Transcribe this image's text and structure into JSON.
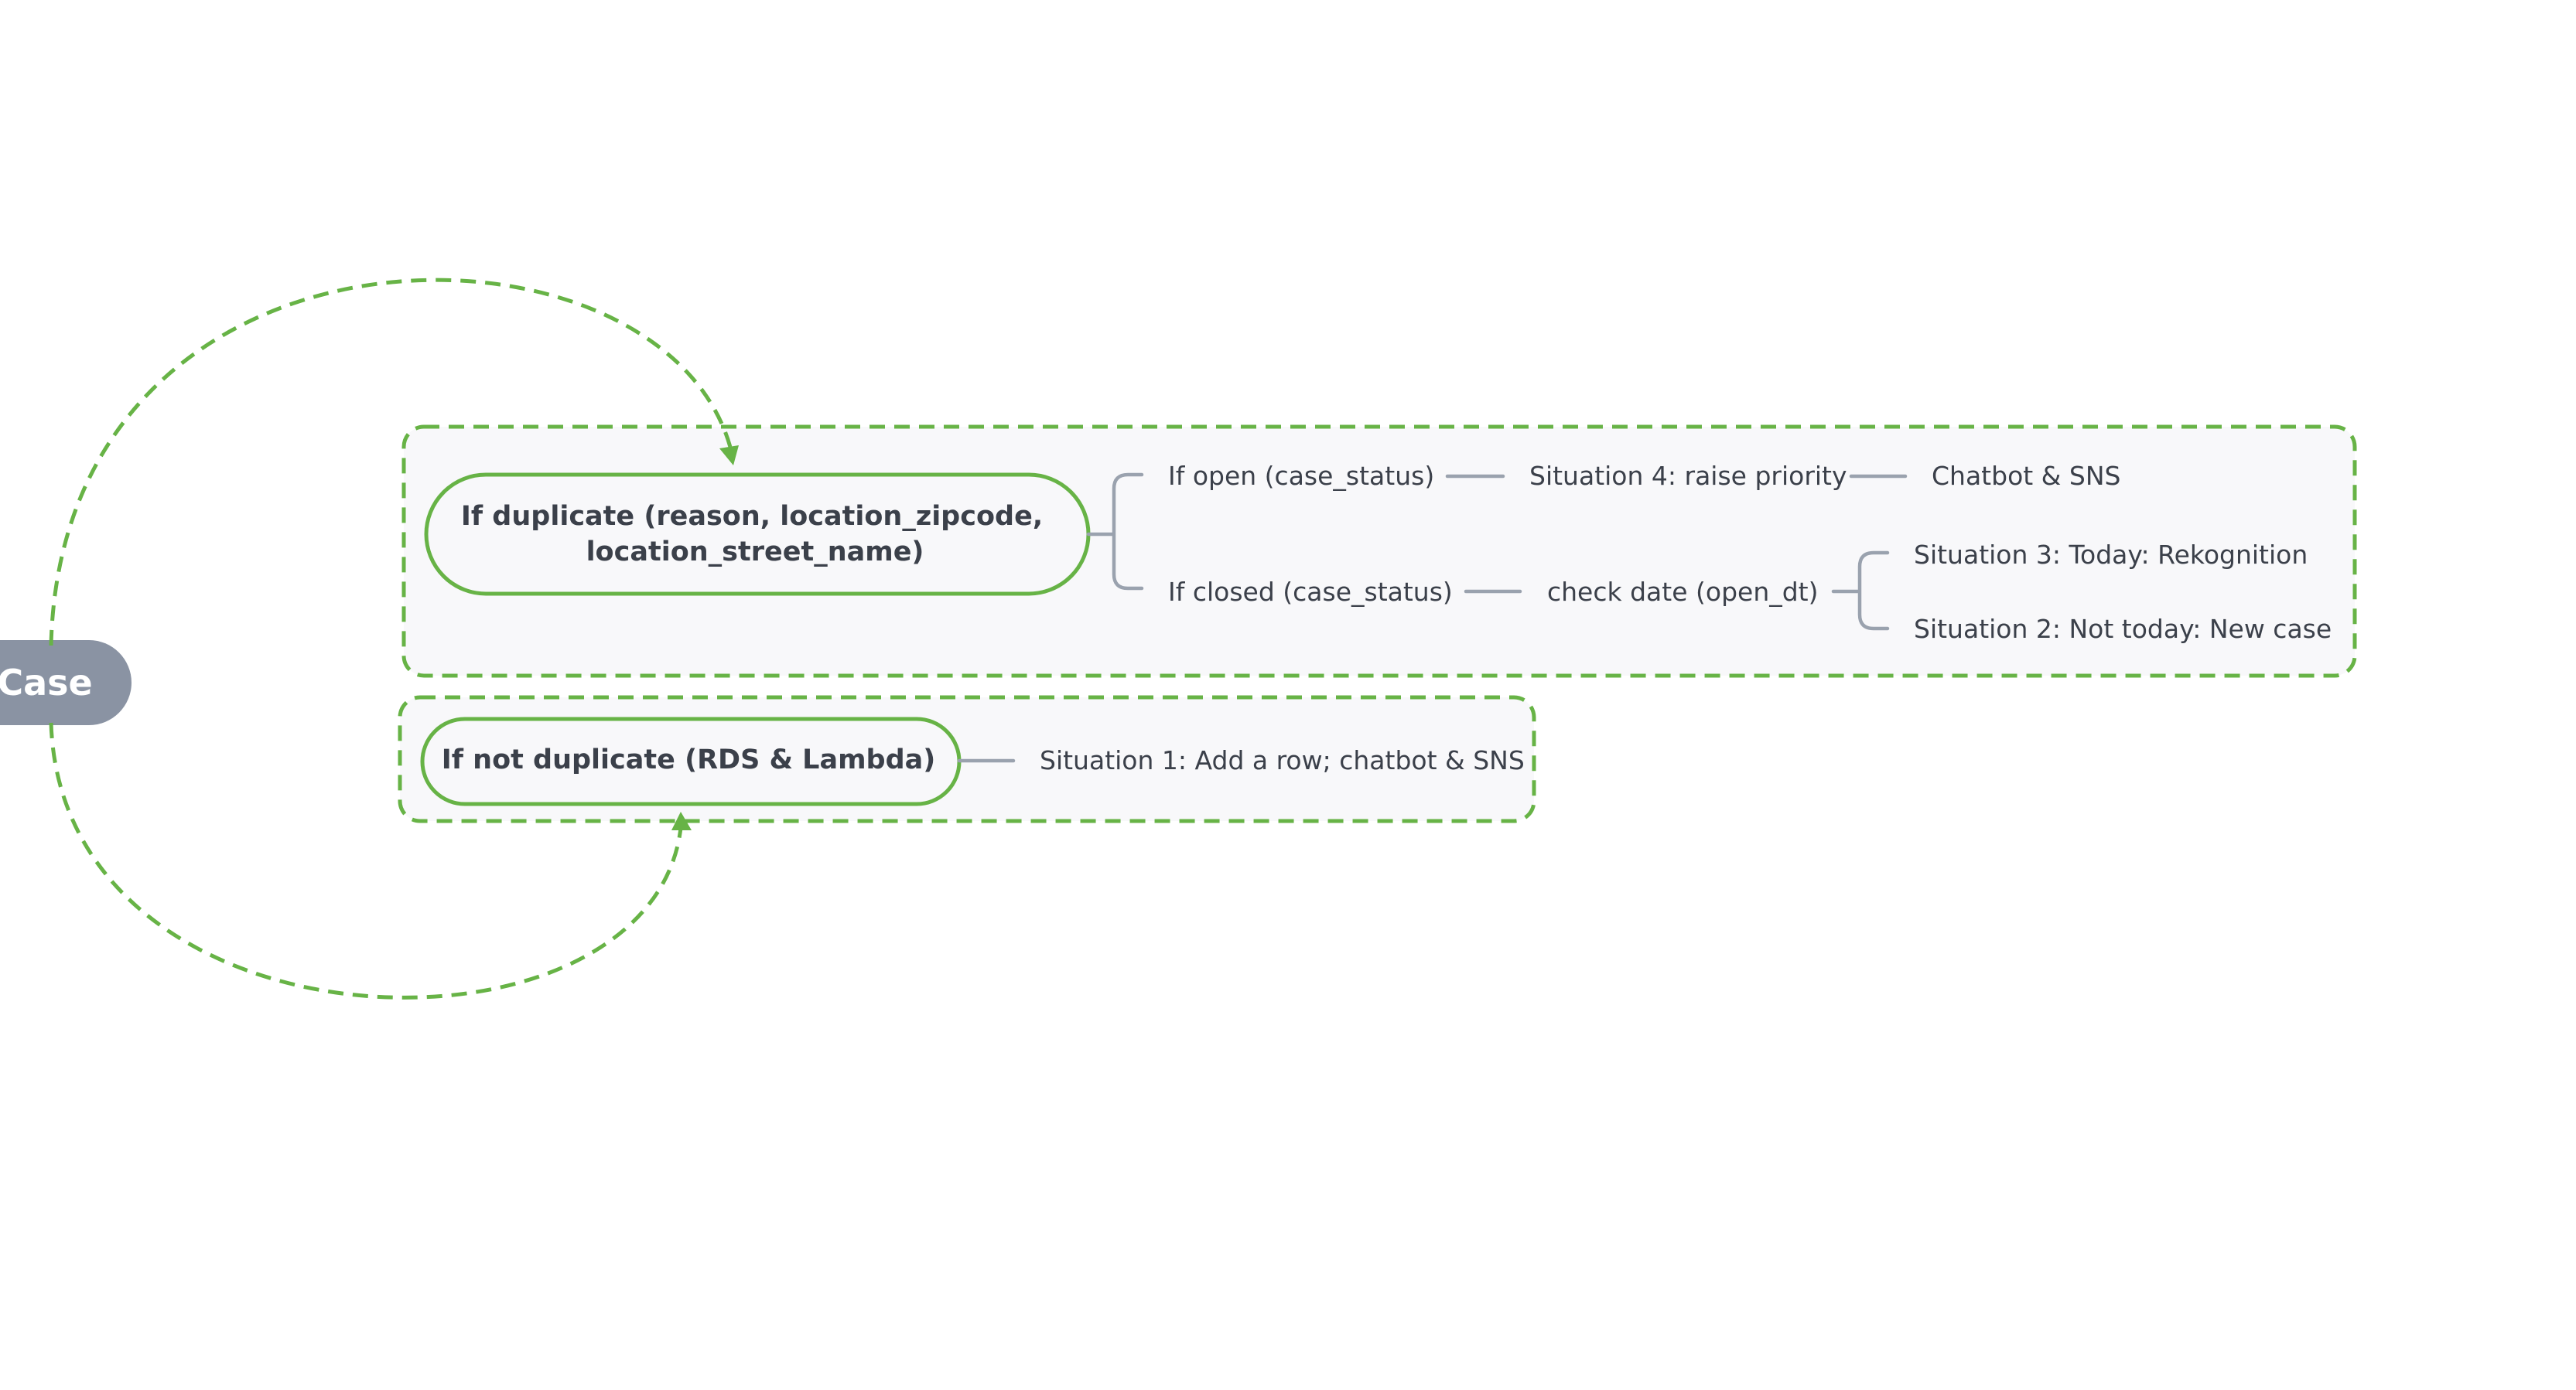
{
  "colors": {
    "accent_green": "#67b346",
    "connector_gray": "#9aa2ae",
    "root_fill": "#8a93a3",
    "box_fill": "#f8f8fa",
    "text_dark": "#3b404a"
  },
  "root": {
    "label": "Case"
  },
  "duplicate_branch": {
    "label_line1": "If duplicate (reason, location_zipcode,",
    "label_line2": "location_street_name)",
    "open": {
      "label": "If open (case_status)",
      "situation": "Situation 4: raise priority",
      "action": "Chatbot & SNS"
    },
    "closed": {
      "label": "If closed (case_status)",
      "check": "check date (open_dt)",
      "today": "Situation 3: Today: Rekognition",
      "not_today": "Situation 2: Not today: New case"
    }
  },
  "not_duplicate_branch": {
    "label": "If not duplicate (RDS & Lambda)",
    "situation": "Situation 1: Add a row; chatbot & SNS"
  }
}
